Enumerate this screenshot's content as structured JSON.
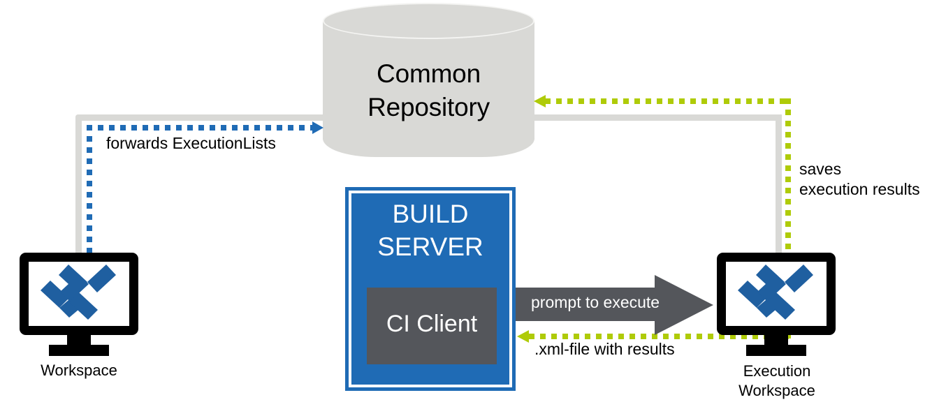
{
  "diagram": {
    "title": "CI build server workflow diagram",
    "colors": {
      "blue": "#1F6BB5",
      "green": "#AFCB08",
      "gray_line": "#d9d9d6",
      "dark_gray": "#54565B",
      "black": "#000000",
      "white": "#ffffff"
    },
    "repository": {
      "line1": "Common",
      "line2": "Repository"
    },
    "build_server": {
      "line1": "BUILD",
      "line2": "SERVER",
      "ci_client_label": "CI Client"
    },
    "nodes": {
      "workspace_label": "Workspace",
      "execution_workspace_line1": "Execution",
      "execution_workspace_line2": "Workspace"
    },
    "edges": {
      "forwards": "forwards ExecutionLists",
      "prompt": "prompt to execute",
      "xml": ".xml-file with results",
      "saves_line1": "saves",
      "saves_line2": "execution results"
    }
  }
}
